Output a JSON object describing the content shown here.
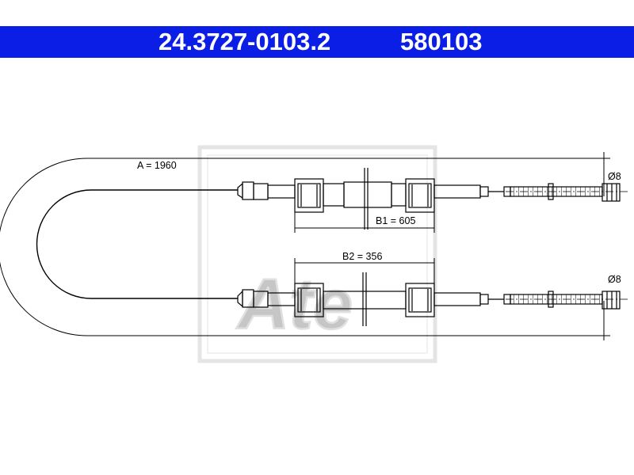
{
  "header": {
    "part_number": "24.3727-0103.2",
    "ref_number": "580103",
    "bg_color": "#0a1ee6"
  },
  "drawing": {
    "dim_a": "A = 1960",
    "dim_b1": "B1 = 605",
    "dim_b2": "B2 = 356",
    "diameter_top": "Ø8",
    "diameter_bottom": "Ø8",
    "watermark": "Ate"
  }
}
